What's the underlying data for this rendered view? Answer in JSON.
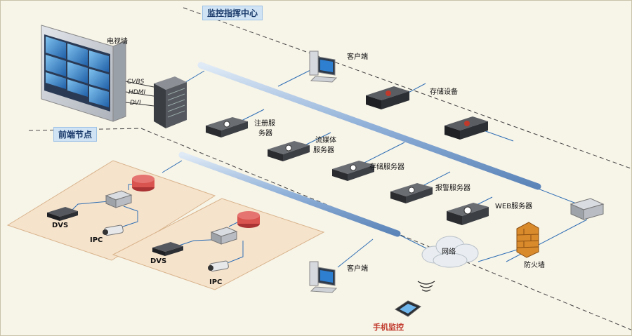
{
  "zones": {
    "center": "监控指挥中心",
    "frontend": "前端节点"
  },
  "labels": {
    "tv_wall": "电视墙",
    "cvbs": "CVBS",
    "hdmi": "HDMI",
    "dvi": "DVI",
    "client_top": "客户端",
    "storage_device": "存储设备",
    "register_server_1": "注册服",
    "register_server_2": "务器",
    "stream_server_1": "流媒体",
    "stream_server_2": "服务器",
    "storage_server": "存储服务器",
    "alarm_server": "报警服务器",
    "web_server": "WEB服务器",
    "network": "网络",
    "firewall": "防火墙",
    "client_bottom": "客户端",
    "mobile": "手机监控",
    "dvs_1": "DVS",
    "ipc_1": "IPC",
    "dvs_2": "DVS",
    "ipc_2": "IPC"
  },
  "colors": {
    "zone_fill": "#f6e3cc",
    "bus": "#9fb8d8",
    "router": "#d9534f",
    "firewall": "#d98a2b",
    "line": "#2f6fb4",
    "mobile_label": "#c0392b"
  }
}
